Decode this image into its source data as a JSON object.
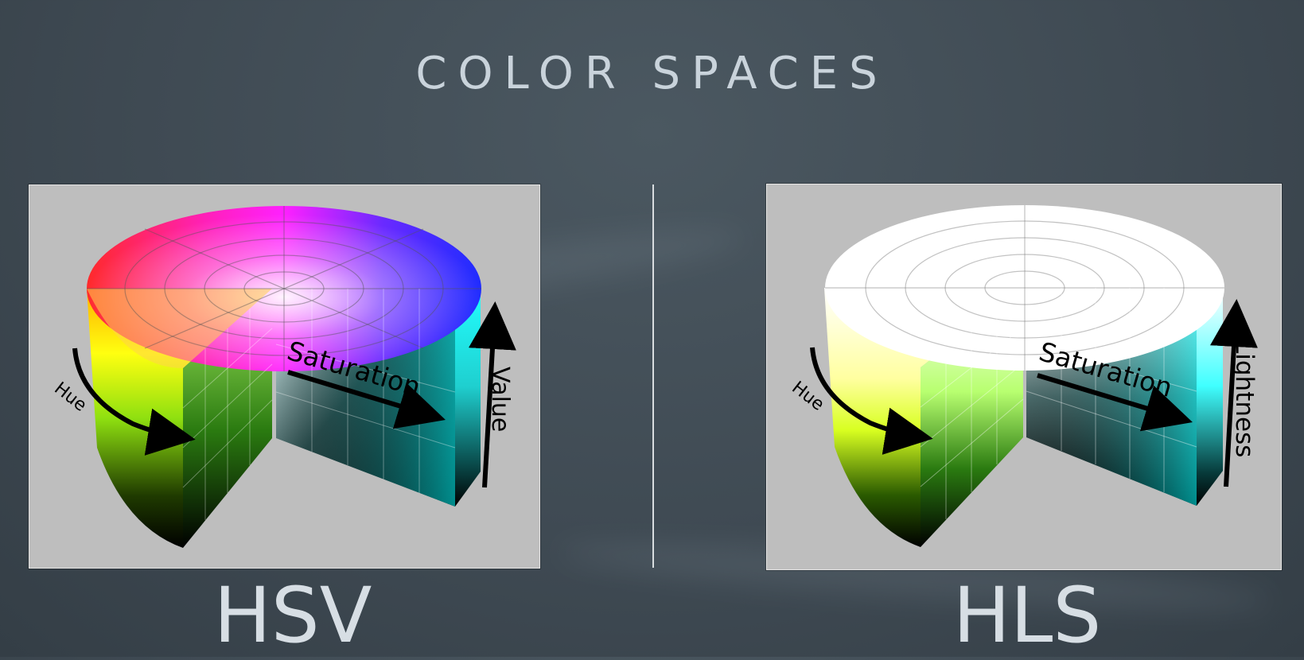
{
  "slide": {
    "title": "COLOR SPACES",
    "left": {
      "caption": "HSV",
      "labels": {
        "hue": "Hue",
        "saturation": "Saturation",
        "value": "Value"
      }
    },
    "right": {
      "caption": "HLS",
      "labels": {
        "hue": "Hue",
        "saturation": "Saturation",
        "lightness": "Lightness"
      }
    }
  },
  "colors": {
    "background": "#3f4a53",
    "panel": "#bebebe",
    "title": "#c9d3db",
    "caption": "#d7dee4"
  }
}
